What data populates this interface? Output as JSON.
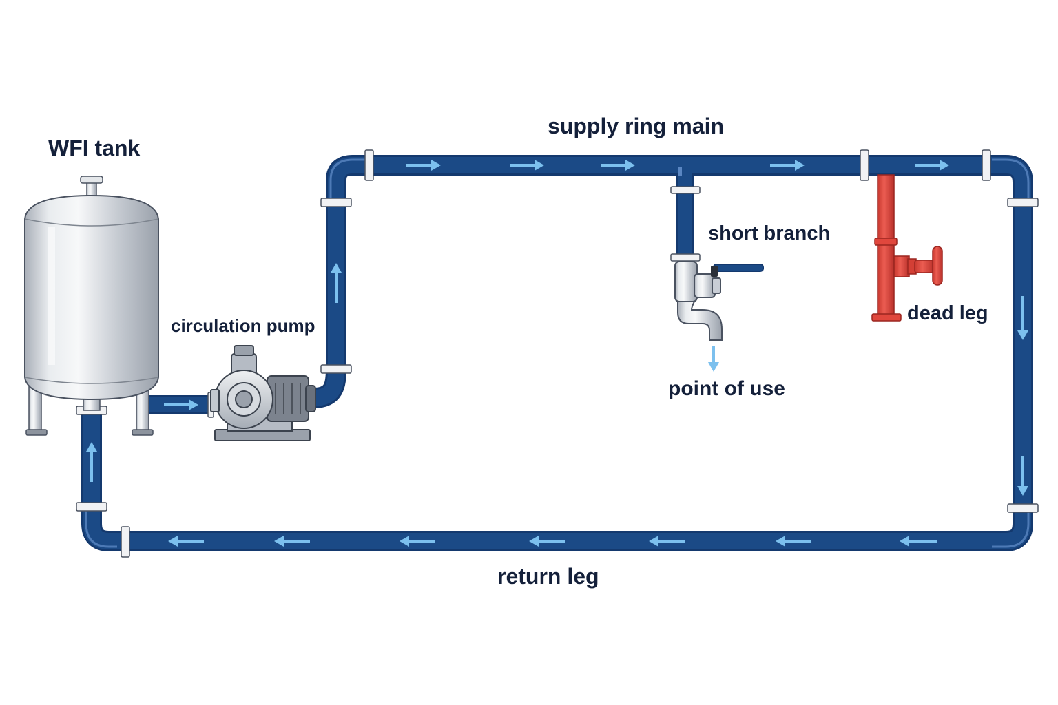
{
  "labels": {
    "tank": "WFI tank",
    "pump": "circulation pump",
    "supply": "supply ring main",
    "branch": "short branch",
    "point_of_use": "point of use",
    "dead_leg": "dead leg",
    "return_leg": "return leg"
  },
  "colors": {
    "pipe": "#1b4a86",
    "pipe_highlight": "#5a86c2",
    "flow_arrow": "#7cc0ee",
    "dead_leg": "#d8453b",
    "flange": "#f1f2f4",
    "steel": "#c9ced6",
    "text": "#14203a"
  },
  "icons": {
    "tank": "storage-tank-icon",
    "pump": "centrifugal-pump-icon",
    "tap": "faucet-valve-icon",
    "valve": "handwheel-valve-icon"
  }
}
